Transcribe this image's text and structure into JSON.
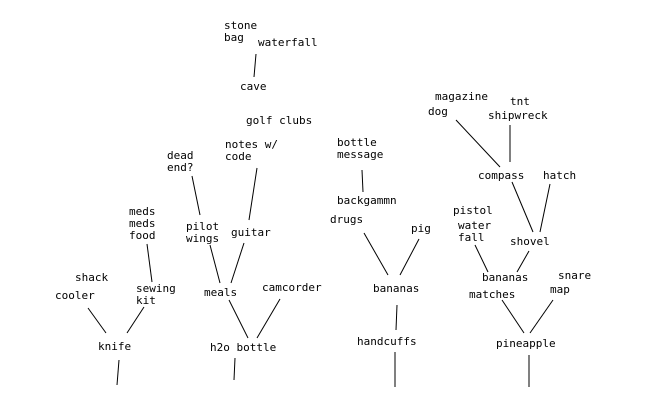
{
  "colors": {
    "line": "#000000",
    "text": "#000000",
    "background": "#ffffff"
  },
  "nodes": {
    "stone_bag": "stone\nbag",
    "waterfall_top": "waterfall",
    "cave": "cave",
    "golf_clubs": "golf clubs",
    "notes_code": "notes w/\ncode",
    "dead_end": "dead\nend?",
    "pilot_wings": "pilot\nwings",
    "guitar": "guitar",
    "meds_food": "meds\nmeds\nfood",
    "shack": "shack",
    "cooler": "cooler",
    "sewing_kit": "sewing\nkit",
    "meals": "meals",
    "camcorder": "camcorder",
    "knife": "knife",
    "h2o_bottle": "h2o bottle",
    "bottle_message": "bottle\nmessage",
    "backgammn": "backgammn",
    "drugs": "drugs",
    "pig": "pig",
    "bananas_mid": "bananas",
    "handcuffs": "handcuffs",
    "magazine": "magazine",
    "dog": "dog",
    "tnt": "tnt",
    "shipwreck": "shipwreck",
    "compass": "compass",
    "hatch": "hatch",
    "pistol": "pistol",
    "water_fall": "water\nfall",
    "shovel": "shovel",
    "bananas_right": "bananas",
    "matches": "matches",
    "snare": "snare",
    "map": "map",
    "pineapple": "pineapple"
  }
}
